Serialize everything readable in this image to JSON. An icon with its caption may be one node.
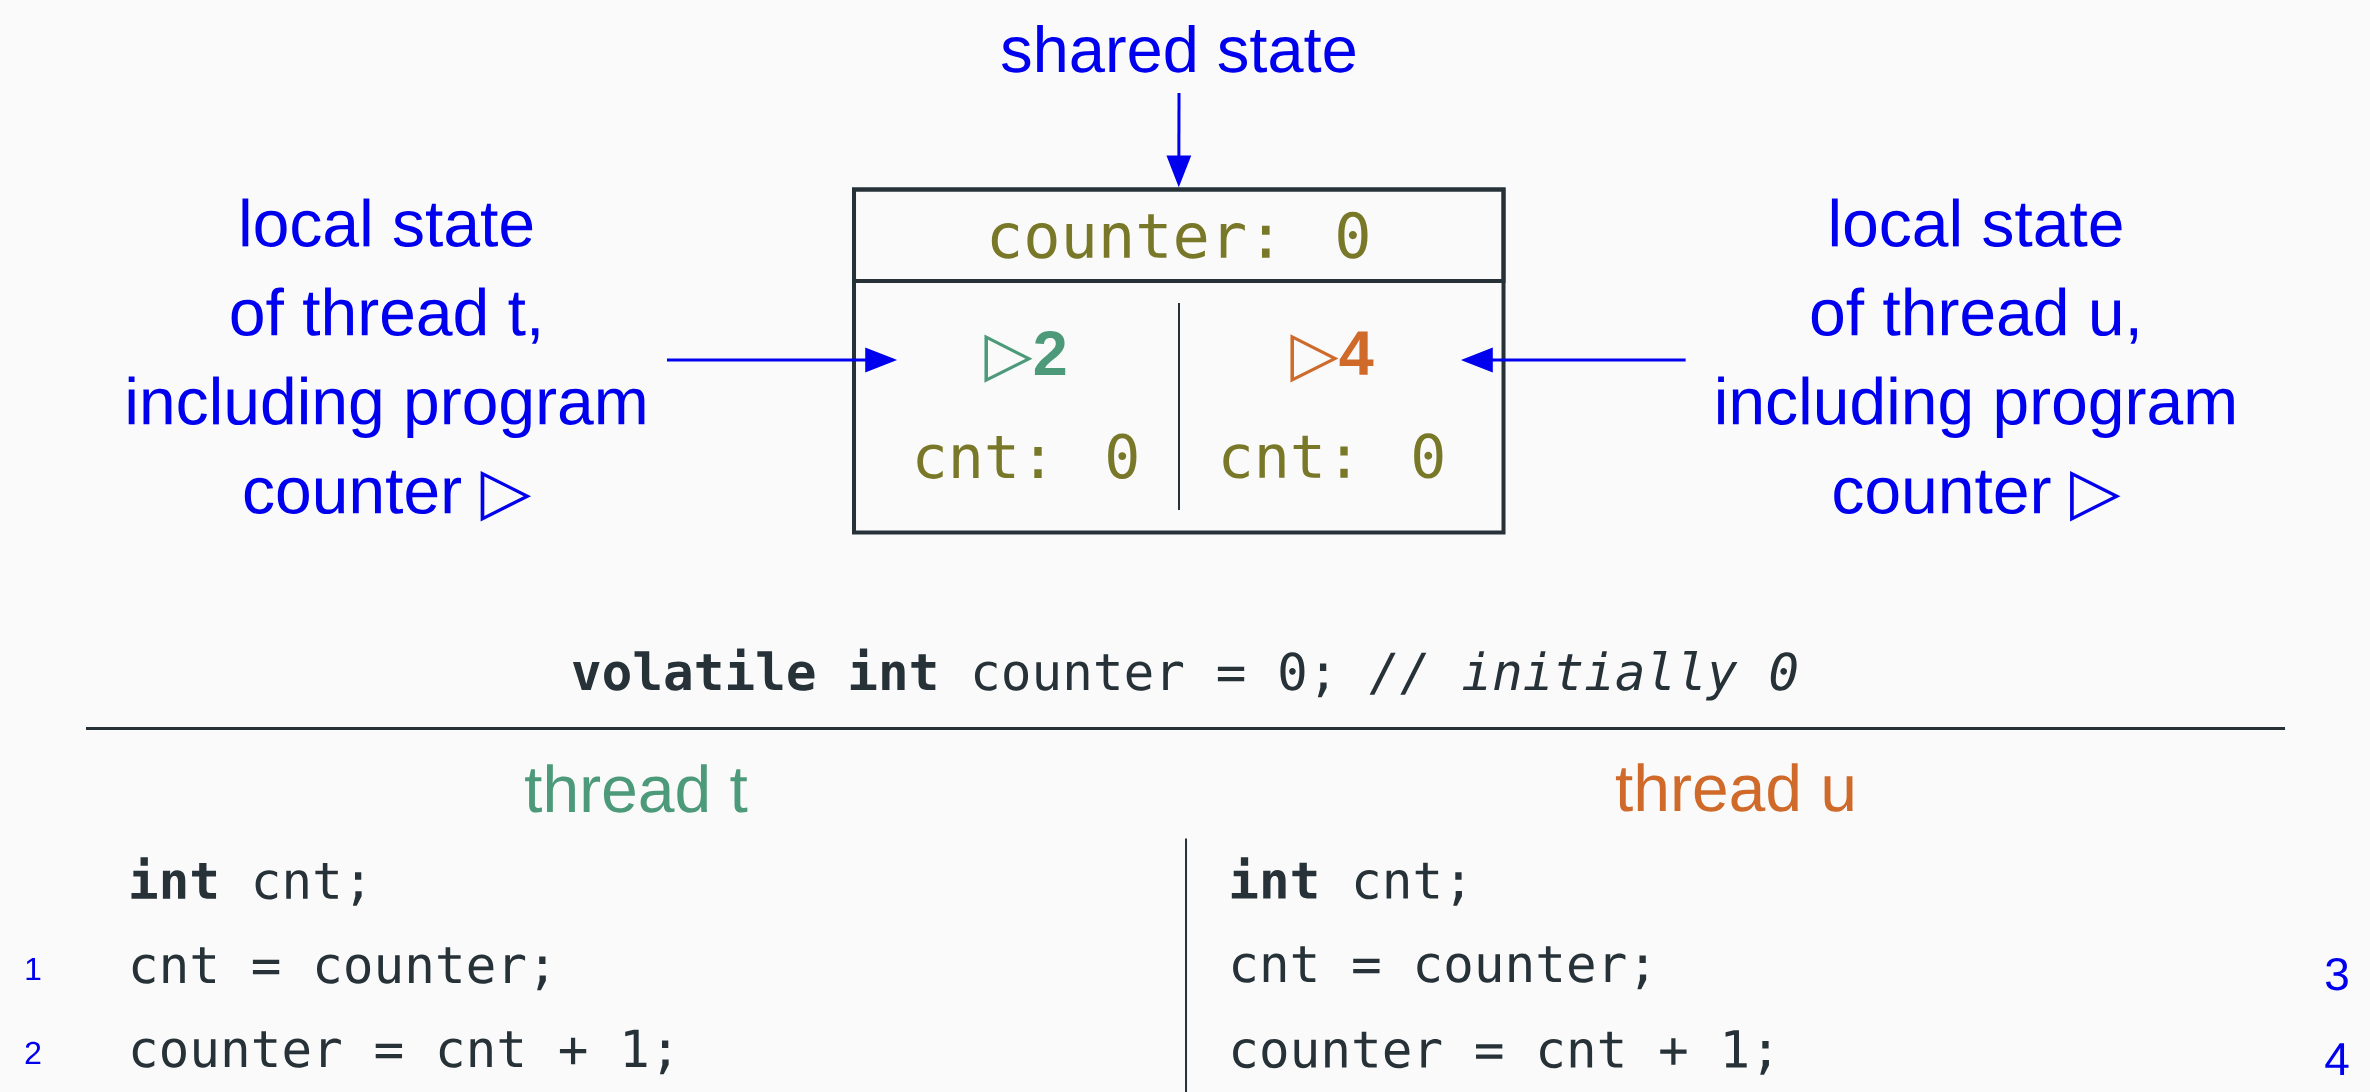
{
  "diagram": {
    "nodes": [
      {
        "text": [
          "shared state"
        ]
      },
      {
        "text": [
          "local state of thread t, including program counter ▷"
        ]
      },
      {
        "text": [],
        "shape": "box"
      },
      {
        "text": [
          "counter: 0"
        ],
        "in": 2
      },
      {
        "text": [
          "▷2",
          "cnt: 0"
        ],
        "in": 2
      },
      {
        "text": [
          "▷4",
          "cnt: 0"
        ],
        "in": 2
      },
      {
        "text": [
          "local state of thread u, including program counter ▷"
        ]
      }
    ],
    "edges": [
      {
        "from": 0,
        "to": 3,
        "arrow": "to"
      },
      {
        "from": 1,
        "to": 4,
        "arrow": "to"
      },
      {
        "from": 6,
        "to": 5,
        "arrow": "to"
      }
    ],
    "labels": [
      "**volatile** **int** counter = 0; *// initially 0*",
      "thread t",
      "thread u",
      "**int** cnt;",
      "**int** cnt;",
      "1",
      "cnt = counter;",
      "cnt = counter;",
      "3",
      "2",
      "counter = cnt + 1;",
      "counter = cnt + 1;",
      "4"
    ]
  }
}
